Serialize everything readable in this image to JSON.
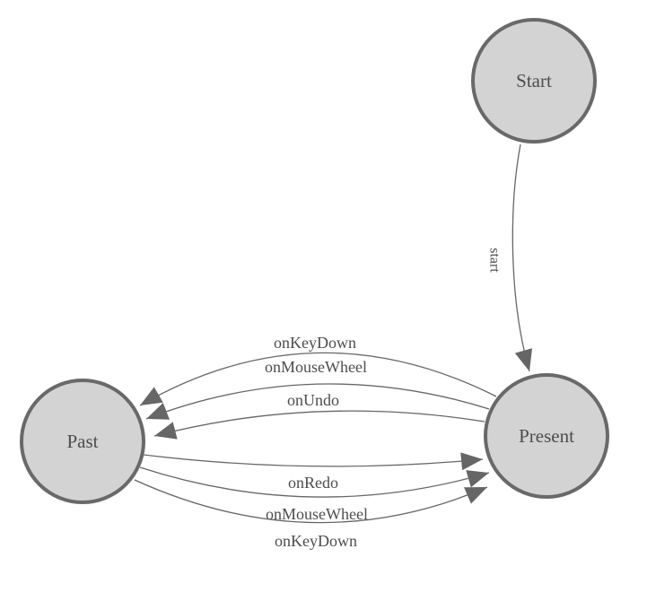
{
  "diagram": {
    "colors": {
      "background": "#ffffff",
      "node_fill": "#d3d3d3",
      "node_stroke": "#696969",
      "edge_stroke": "#666666",
      "arrowhead": "#666666",
      "text": "#4d4d4d"
    },
    "nodes": [
      {
        "id": "start",
        "label": "Start"
      },
      {
        "id": "present",
        "label": "Present"
      },
      {
        "id": "past",
        "label": "Past"
      }
    ],
    "edges": [
      {
        "from": "Start",
        "to": "Present",
        "label": "start"
      },
      {
        "from": "Present",
        "to": "Past",
        "label": "onKeyDown"
      },
      {
        "from": "Present",
        "to": "Past",
        "label": "onMouseWheel"
      },
      {
        "from": "Present",
        "to": "Past",
        "label": "onUndo"
      },
      {
        "from": "Past",
        "to": "Present",
        "label": "onRedo"
      },
      {
        "from": "Past",
        "to": "Present",
        "label": "onMouseWheel"
      },
      {
        "from": "Past",
        "to": "Present",
        "label": "onKeyDown"
      }
    ]
  }
}
